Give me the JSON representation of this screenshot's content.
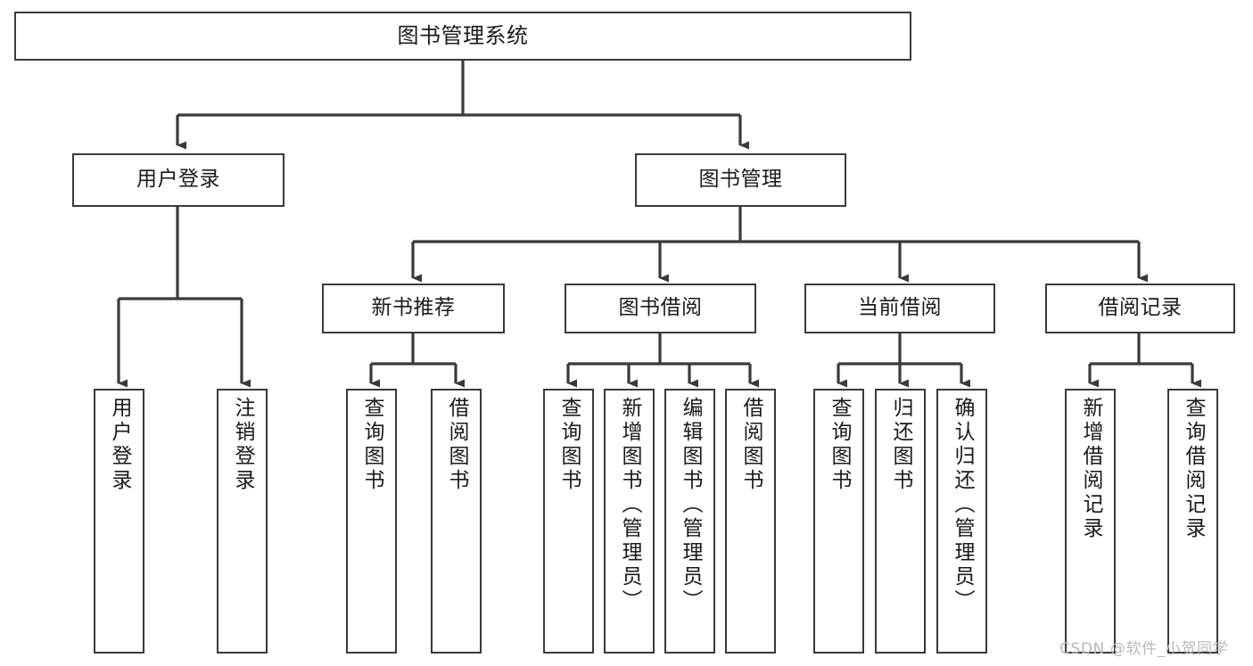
{
  "diagram": {
    "title": "图书管理系统",
    "type": "tree-hierarchy-chart",
    "theme": {
      "box_border_color": "#3a3a3a",
      "box_fill_color": "#ffffff",
      "edge_color": "#3a3a3a",
      "text_color": "#1a1a1a",
      "background": "#ffffff",
      "watermark_color": "#b9b9b9"
    },
    "watermark": "CSDN @软件_小贺同学",
    "nodes": {
      "root": {
        "label": "图书管理系统",
        "orientation": "horizontal",
        "level": 0
      },
      "user_login": {
        "label": "用户登录",
        "orientation": "horizontal",
        "level": 1
      },
      "book_manage": {
        "label": "图书管理",
        "orientation": "horizontal",
        "level": 1
      },
      "new_book_rec": {
        "label": "新书推荐",
        "orientation": "horizontal",
        "level": 2
      },
      "book_borrow": {
        "label": "图书借阅",
        "orientation": "horizontal",
        "level": 2
      },
      "current_borrow": {
        "label": "当前借阅",
        "orientation": "horizontal",
        "level": 2
      },
      "borrow_record": {
        "label": "借阅记录",
        "orientation": "horizontal",
        "level": 2
      },
      "leaf_user_login": {
        "label": "用户登录",
        "orientation": "vertical",
        "level": 3
      },
      "leaf_logout": {
        "label": "注销登录",
        "orientation": "vertical",
        "level": 3
      },
      "leaf_query_book_a": {
        "label": "查询图书",
        "orientation": "vertical",
        "level": 3
      },
      "leaf_borrow_book_a": {
        "label": "借阅图书",
        "orientation": "vertical",
        "level": 3
      },
      "leaf_query_book_b": {
        "label": "查询图书",
        "orientation": "vertical",
        "level": 3
      },
      "leaf_add_book": {
        "label": "新增图书（管理员）",
        "orientation": "vertical",
        "level": 3
      },
      "leaf_edit_book": {
        "label": "编辑图书（管理员）",
        "orientation": "vertical",
        "level": 3
      },
      "leaf_borrow_book_b": {
        "label": "借阅图书",
        "orientation": "vertical",
        "level": 3
      },
      "leaf_query_book_c": {
        "label": "查询图书",
        "orientation": "vertical",
        "level": 3
      },
      "leaf_return_book": {
        "label": "归还图书",
        "orientation": "vertical",
        "level": 3
      },
      "leaf_confirm_return": {
        "label": "确认归还（管理员）",
        "orientation": "vertical",
        "level": 3
      },
      "leaf_add_record": {
        "label": "新增借阅记录",
        "orientation": "vertical",
        "level": 3
      },
      "leaf_query_record": {
        "label": "查询借阅记录",
        "orientation": "vertical",
        "level": 3
      }
    },
    "edges": [
      {
        "from": "root",
        "to": "user_login"
      },
      {
        "from": "root",
        "to": "book_manage"
      },
      {
        "from": "user_login",
        "to": "leaf_user_login"
      },
      {
        "from": "user_login",
        "to": "leaf_logout"
      },
      {
        "from": "book_manage",
        "to": "new_book_rec"
      },
      {
        "from": "book_manage",
        "to": "book_borrow"
      },
      {
        "from": "book_manage",
        "to": "current_borrow"
      },
      {
        "from": "book_manage",
        "to": "borrow_record"
      },
      {
        "from": "new_book_rec",
        "to": "leaf_query_book_a"
      },
      {
        "from": "new_book_rec",
        "to": "leaf_borrow_book_a"
      },
      {
        "from": "book_borrow",
        "to": "leaf_query_book_b"
      },
      {
        "from": "book_borrow",
        "to": "leaf_add_book"
      },
      {
        "from": "book_borrow",
        "to": "leaf_edit_book"
      },
      {
        "from": "book_borrow",
        "to": "leaf_borrow_book_b"
      },
      {
        "from": "current_borrow",
        "to": "leaf_query_book_c"
      },
      {
        "from": "current_borrow",
        "to": "leaf_return_book"
      },
      {
        "from": "current_borrow",
        "to": "leaf_confirm_return"
      },
      {
        "from": "borrow_record",
        "to": "leaf_add_record"
      },
      {
        "from": "borrow_record",
        "to": "leaf_query_record"
      }
    ]
  }
}
